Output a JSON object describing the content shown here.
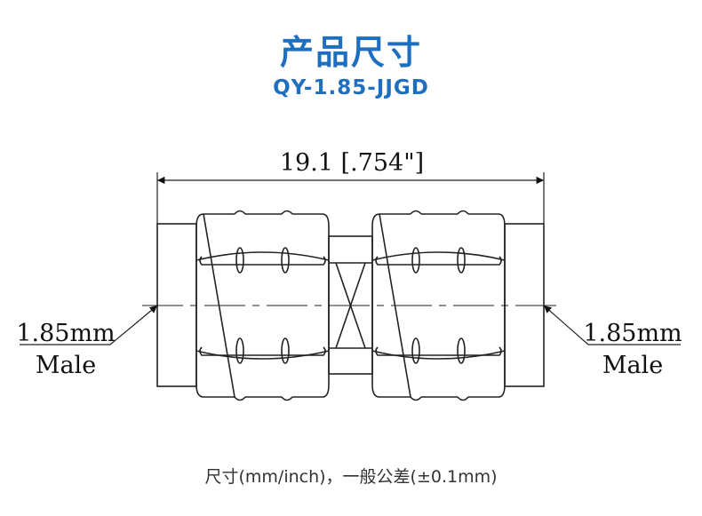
{
  "header": {
    "title": "产品尺寸",
    "model": "QY-1.85-JJGD"
  },
  "drawing": {
    "overall_length": "19.1 [.754\"]",
    "left_port": {
      "size": "1.85mm",
      "gender": "Male"
    },
    "right_port": {
      "size": "1.85mm",
      "gender": "Male"
    }
  },
  "footer": {
    "note": "尺寸(mm/inch)，一般公差(±0.1mm)"
  }
}
